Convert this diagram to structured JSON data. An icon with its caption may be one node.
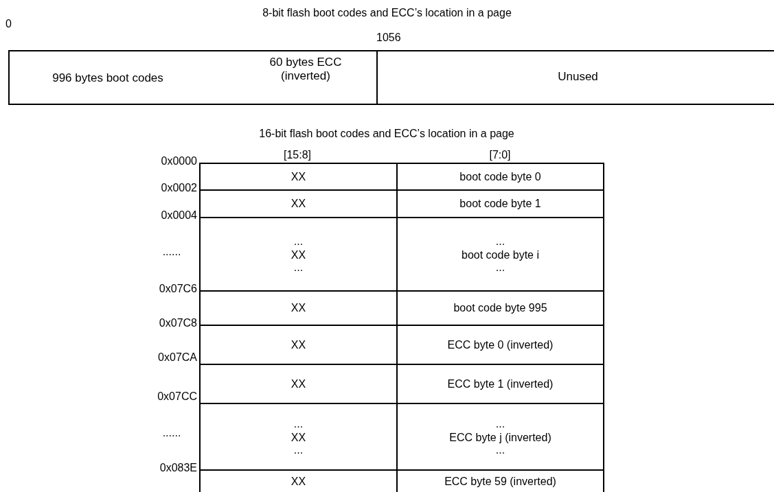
{
  "diagram": {
    "title": "8-bit flash boot codes and ECC’s location in a page",
    "nodes": [
      {
        "text": [
          "996 bytes boot codes",
          "60 bytes ECC (inverted)"
        ]
      },
      {
        "text": [
          "Unused"
        ]
      },
      {
        "text": [
          "XX"
        ]
      },
      {
        "text": [
          "boot code byte 0"
        ]
      },
      {
        "text": [
          "XX"
        ]
      },
      {
        "text": [
          "boot code byte 1"
        ]
      },
      {
        "text": [
          "...",
          "XX",
          "..."
        ]
      },
      {
        "text": [
          "...",
          "boot code byte i",
          "..."
        ]
      },
      {
        "text": [
          "XX"
        ]
      },
      {
        "text": [
          "boot code byte 995"
        ]
      },
      {
        "text": [
          "XX"
        ]
      },
      {
        "text": [
          "ECC byte 0 (inverted)"
        ]
      },
      {
        "text": [
          "XX"
        ]
      },
      {
        "text": [
          "ECC byte 1 (inverted)"
        ]
      },
      {
        "text": [
          "...",
          "XX",
          "..."
        ]
      },
      {
        "text": [
          "...",
          "ECC byte j (inverted)",
          "..."
        ]
      },
      {
        "text": [
          "XX"
        ]
      },
      {
        "text": [
          "ECC byte 59 (inverted)"
        ]
      }
    ],
    "labels": [
      "0",
      "1056",
      "16-bit flash boot codes and ECC’s location in a page",
      "[15:8]",
      "[7:0]",
      "0x0000",
      "0x0002",
      "0x0004",
      "......",
      "0x07C6",
      "0x07C8",
      "0x07CA",
      "0x07CC",
      "......",
      "0x083E"
    ]
  }
}
